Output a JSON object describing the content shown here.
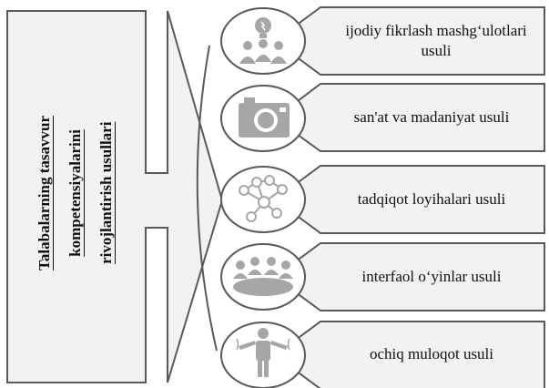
{
  "left_title": {
    "line1": "Talabalarning tasavvur",
    "line2": "kompetensiyalarini",
    "line3": "rivojlantirish usullari"
  },
  "methods": [
    {
      "label": "ijodiy fikrlash mashg‘ulotlari usuli",
      "icon": "brain-group-icon"
    },
    {
      "label": "san'at va madaniyat usuli",
      "icon": "camera-icon"
    },
    {
      "label": "tadqiqot loyihalari usuli",
      "icon": "network-icon"
    },
    {
      "label": "interfaol o‘yinlar usuli",
      "icon": "team-meeting-icon"
    },
    {
      "label": "ochiq muloqot usuli",
      "icon": "speaker-person-icon"
    }
  ],
  "colors": {
    "fill": "#f2f2f2",
    "stroke": "#595959",
    "icon": "#a6a6a6"
  }
}
